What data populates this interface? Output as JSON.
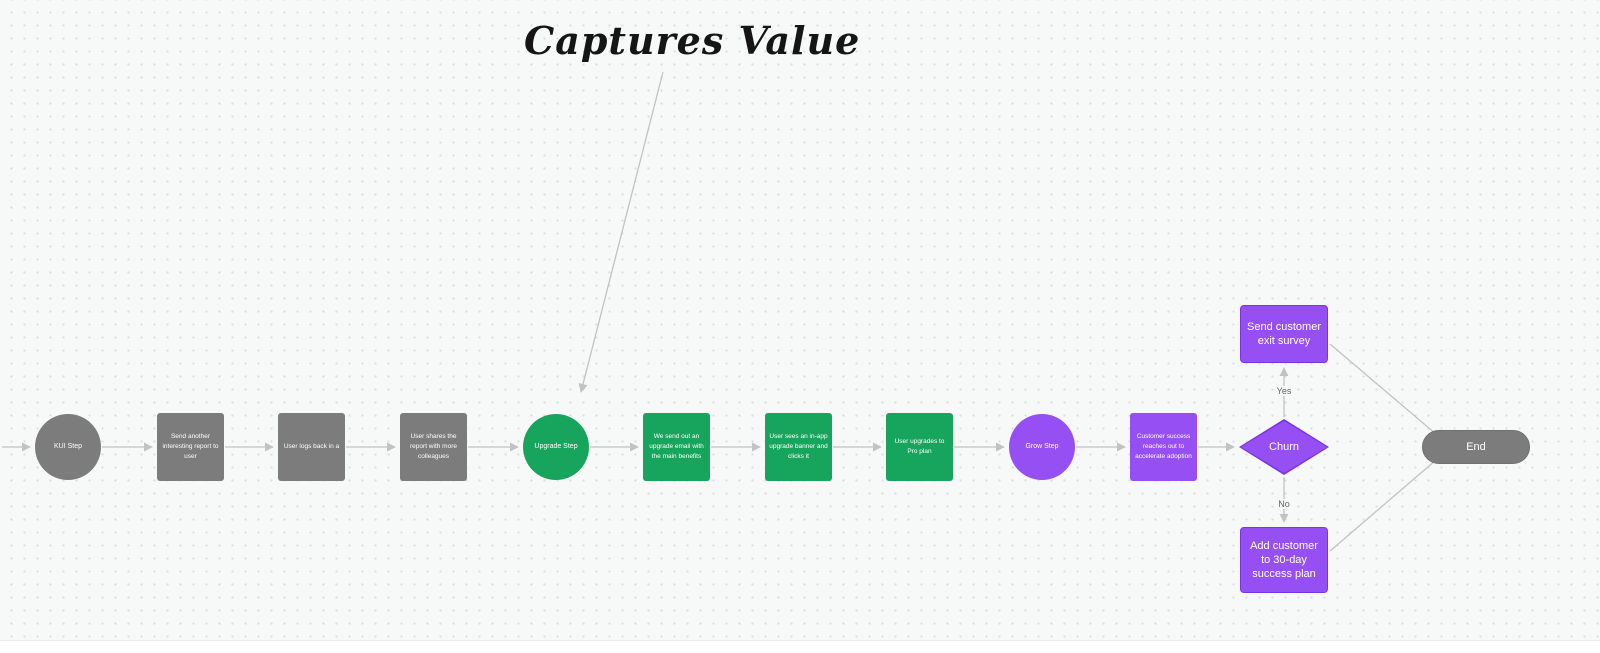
{
  "title": {
    "text": "Captures Value"
  },
  "colors": {
    "canvas-bg": "#f7f8f8",
    "dot": "#dcdcdc",
    "gray": "#7c7c7c",
    "gray-border": "#6f6f6f",
    "green": "#17a45c",
    "purple": "#964ff2",
    "purple-border": "#7a32e8",
    "arrow": "#c2c2c2",
    "label-text": "#ffffff",
    "annotation-text": "#151515",
    "edge-label-text": "#636363"
  },
  "nodes": [
    {
      "id": "kui-step",
      "shape": "circle",
      "color": "gray",
      "label": "KUI Step"
    },
    {
      "id": "send-report",
      "shape": "rect",
      "color": "gray",
      "label": "Send another interesting report to user"
    },
    {
      "id": "user-logs-back",
      "shape": "rect",
      "color": "gray",
      "label": "User logs back in a"
    },
    {
      "id": "user-shares",
      "shape": "rect",
      "color": "gray",
      "label": "User shares the report with more colleagues"
    },
    {
      "id": "upgrade-step",
      "shape": "circle",
      "color": "green",
      "label": "Upgrade Step"
    },
    {
      "id": "upgrade-email",
      "shape": "rect",
      "color": "green",
      "label": "We send out an upgrade email with the main benefits"
    },
    {
      "id": "in-app-banner",
      "shape": "rect",
      "color": "green",
      "label": "User sees an in-app upgrade banner and clicks it"
    },
    {
      "id": "upgrades-pro",
      "shape": "rect",
      "color": "green",
      "label": "User upgrades to Pro plan"
    },
    {
      "id": "grow-step",
      "shape": "circle",
      "color": "purple",
      "label": "Grow Step"
    },
    {
      "id": "customer-success",
      "shape": "rect",
      "color": "purple",
      "label": "Customer success reaches out to accelerate adoption"
    },
    {
      "id": "churn",
      "shape": "diamond",
      "color": "purple",
      "label": "Churn"
    },
    {
      "id": "exit-survey",
      "shape": "rect-lg",
      "color": "purple",
      "label": "Send customer exit survey"
    },
    {
      "id": "success-plan",
      "shape": "rect-lg",
      "color": "purple",
      "label": "Add customer to 30-day success plan"
    },
    {
      "id": "end",
      "shape": "pill",
      "color": "gray",
      "label": "End"
    }
  ],
  "edge_labels": {
    "yes": "Yes",
    "no": "No"
  },
  "edges": [
    {
      "from": "canvas-left",
      "to": "kui-step"
    },
    {
      "from": "kui-step",
      "to": "send-report"
    },
    {
      "from": "send-report",
      "to": "user-logs-back"
    },
    {
      "from": "user-logs-back",
      "to": "user-shares"
    },
    {
      "from": "user-shares",
      "to": "upgrade-step"
    },
    {
      "from": "upgrade-step",
      "to": "upgrade-email"
    },
    {
      "from": "upgrade-email",
      "to": "in-app-banner"
    },
    {
      "from": "in-app-banner",
      "to": "upgrades-pro"
    },
    {
      "from": "upgrades-pro",
      "to": "grow-step"
    },
    {
      "from": "grow-step",
      "to": "customer-success"
    },
    {
      "from": "customer-success",
      "to": "churn"
    },
    {
      "from": "churn",
      "to": "exit-survey",
      "label": "Yes"
    },
    {
      "from": "churn",
      "to": "success-plan",
      "label": "No"
    },
    {
      "from": "exit-survey",
      "to": "end"
    },
    {
      "from": "success-plan",
      "to": "end"
    },
    {
      "from": "title-annotation",
      "to": "upgrade-step"
    }
  ]
}
